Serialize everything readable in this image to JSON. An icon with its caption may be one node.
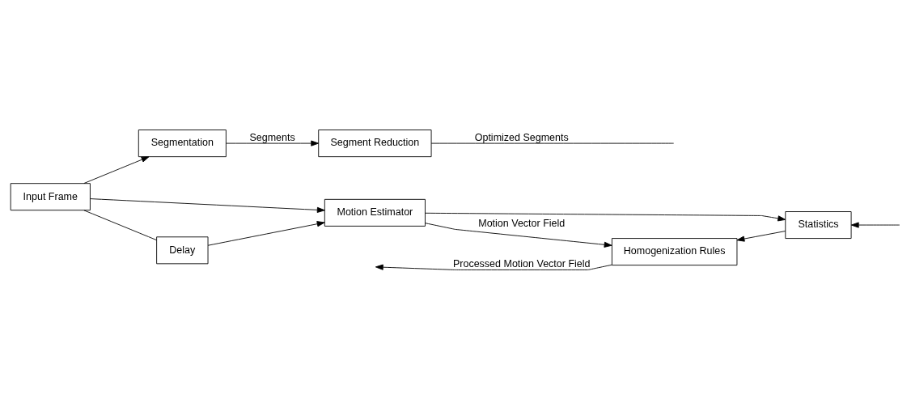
{
  "diagram": {
    "nodes": [
      {
        "text": [
          "Input Frame"
        ]
      },
      {
        "text": [
          "Segmentation"
        ]
      },
      {
        "text": [
          "Segment Reduction"
        ]
      },
      {
        "text": [
          "Motion Estimator"
        ]
      },
      {
        "text": [
          "Delay"
        ]
      },
      {
        "text": [
          "Homogenization Rules"
        ]
      },
      {
        "text": [
          "Statistics"
        ]
      }
    ],
    "edges": [
      {
        "from": 0,
        "to": 1,
        "arrow": "to"
      },
      {
        "from": 1,
        "to": 2,
        "arrow": "to",
        "label": "Segments"
      },
      {
        "from": 2,
        "to": null,
        "arrow": "none",
        "label": "Optimized Segments"
      },
      {
        "from": 0,
        "to": 3,
        "arrow": "to"
      },
      {
        "from": 0,
        "to": 4,
        "arrow": "none"
      },
      {
        "from": 4,
        "to": 3,
        "arrow": "to"
      },
      {
        "from": 3,
        "to": 5,
        "arrow": "to",
        "label": "Motion Vector Field"
      },
      {
        "from": 3,
        "to": 6,
        "arrow": "to"
      },
      {
        "from": 6,
        "to": 5,
        "arrow": "to"
      },
      {
        "from": null,
        "to": 6,
        "arrow": "to"
      },
      {
        "from": 5,
        "to": null,
        "arrow": "to",
        "label": "Processed Motion Vector Field"
      }
    ]
  }
}
